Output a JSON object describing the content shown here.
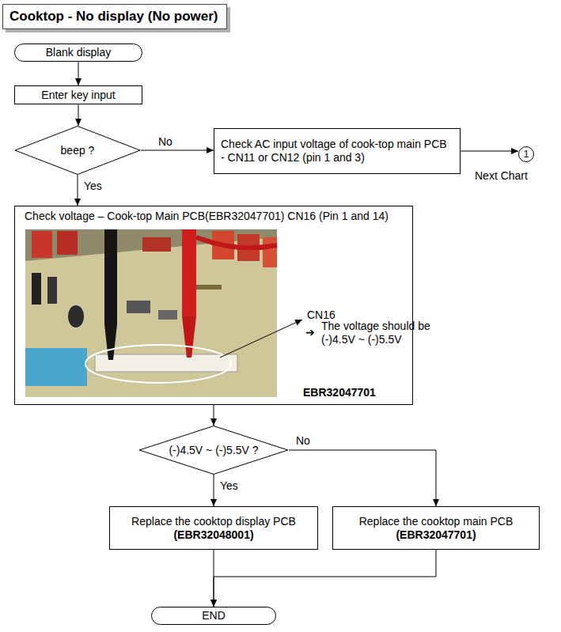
{
  "diagram": {
    "title": "Cooktop - No display (No power)",
    "nodes": [
      {
        "text": [
          "Blank display"
        ]
      },
      {
        "text": [
          "Enter key input"
        ]
      },
      {
        "text": [
          "beep ?"
        ]
      },
      {
        "text": [
          "Check AC input voltage of cook-top main PCB - CN11 or CN12 (pin 1 and 3)"
        ]
      },
      {
        "text": [
          "1"
        ]
      },
      {
        "text": [
          "Check voltage – Cook-top Main PCB(EBR32047701) CN16 (Pin 1 and 14)"
        ]
      },
      {
        "text": [
          "(-)4.5V ~ (-)5.5V ?"
        ]
      },
      {
        "text": [
          "Replace the cooktop display PCB",
          "(EBR32048001)"
        ]
      },
      {
        "text": [
          "Replace the cooktop main PCB",
          "(EBR32047701)"
        ]
      },
      {
        "text": [
          "END"
        ]
      }
    ],
    "edges": [
      {
        "from": 0,
        "to": 1,
        "arrow": "to"
      },
      {
        "from": 1,
        "to": 2,
        "arrow": "to"
      },
      {
        "from": 2,
        "to": 3,
        "label": "No",
        "arrow": "to"
      },
      {
        "from": 3,
        "to": 4,
        "arrow": "to"
      },
      {
        "from": 2,
        "to": 5,
        "label": "Yes",
        "arrow": "to"
      },
      {
        "from": 5,
        "to": 6,
        "arrow": "to"
      },
      {
        "from": 6,
        "to": 7,
        "label": "Yes",
        "arrow": "to"
      },
      {
        "from": 6,
        "to": 8,
        "label": "No",
        "arrow": "to"
      },
      {
        "from": 7,
        "to": 9,
        "arrow": "to"
      },
      {
        "from": 8,
        "to": 9,
        "arrow": "to"
      }
    ],
    "labels": [
      "Next Chart",
      "CN16",
      "➔",
      "The voltage should be (-)4.5V ~ (-)5.5V",
      "EBR32047701"
    ]
  }
}
